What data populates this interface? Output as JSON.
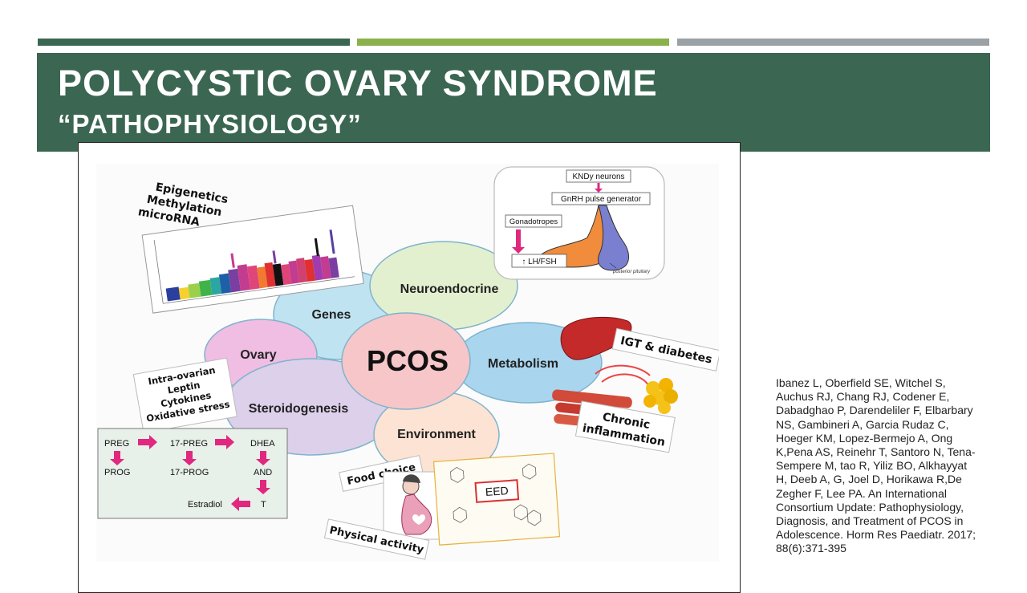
{
  "slide": {
    "title": "POLYCYSTIC OVARY SYNDROME",
    "subtitle": "“PATHOPHYSIOLOGY”",
    "colors": {
      "header": "#3a6652",
      "accent_green": "#8ab14b",
      "accent_gray": "#9aa1a6"
    }
  },
  "figure": {
    "center": "PCOS",
    "petals": {
      "genes": "Genes",
      "neuroendocrine": "Neuroendocrine",
      "ovary": "Ovary",
      "metabolism": "Metabolism",
      "steroidogenesis": "Steroidogenesis",
      "environment": "Environment"
    },
    "epigenetics": {
      "line1": "Epigenetics",
      "line2": "Methylation",
      "line3": "microRNA"
    },
    "neuro_panel": {
      "kndy": "KNDy neurons",
      "gnrh": "GnRH pulse generator",
      "gonadotropes": "Gonadotropes",
      "lhfsh": "↑ LH/FSH",
      "posterior": "posterior pituitary"
    },
    "ovary_card": {
      "line1": "Intra-ovarian",
      "line2": "Leptin",
      "line3": "Cytokines",
      "line4": "Oxidative stress"
    },
    "steroid_box": {
      "preg": "PREG",
      "preg17": "17-PREG",
      "dhea": "DHEA",
      "prog": "PROG",
      "prog17": "17-PROG",
      "and": "AND",
      "estradiol": "Estradiol",
      "t": "T"
    },
    "igt": "IGT & diabetes",
    "chronic": {
      "line1": "Chronic",
      "line2": "inflammation"
    },
    "food": "Food choice",
    "physical": "Physical activity",
    "eed": "EED"
  },
  "citation": "Ibanez L, Oberfield SE, Witchel S, Auchus RJ, Chang RJ, Codener E, Dabadghao P, Darendeliler F, Elbarbary NS, Gambineri A, Garcia Rudaz C, Hoeger KM, Lopez-Bermejo A, Ong K,Pena AS, Reinehr T, Santoro N, Tena-Sempere M, tao R, Yiliz BO, Alkhayyat H, Deeb A, G, Joel D, Horikawa R,De Zegher F, Lee PA. An International Consortium Update: Pathophysiology, Diagnosis, and Treatment of PCOS in Adolescence. Horm Res Paediatr. 2017; 88(6):371-395"
}
